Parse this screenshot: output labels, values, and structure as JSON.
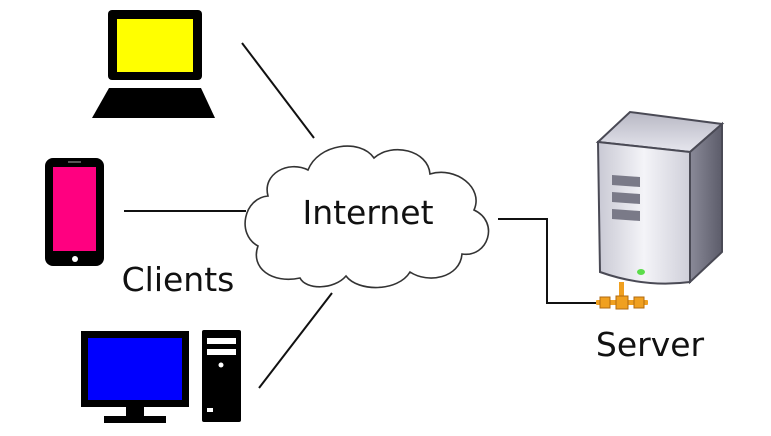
{
  "diagram": {
    "labels": {
      "internet": "Internet",
      "clients": "Clients",
      "server": "Server"
    },
    "colors": {
      "laptop_screen": "#ffff00",
      "phone_screen": "#ff0080",
      "desktop_screen": "#0000ff",
      "device_body": "#000000",
      "cloud_fill": "#ffffff",
      "cloud_stroke": "#333333",
      "server_body": "#d9d9e2",
      "server_dark": "#6d6d7a",
      "server_led": "#5bdc4a",
      "connector": "#f0a020"
    },
    "icons": {
      "laptop": "laptop-icon",
      "phone": "smartphone-icon",
      "desktop": "desktop-computer-icon",
      "tower": "pc-tower-icon",
      "cloud": "cloud-icon",
      "server": "server-icon",
      "connector": "network-connector-icon"
    }
  }
}
